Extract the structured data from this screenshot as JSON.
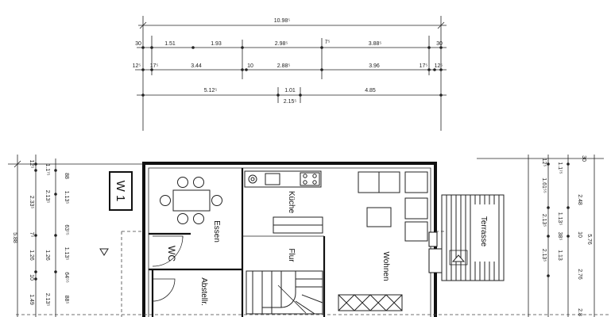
{
  "top_dimensions": {
    "row1": {
      "overall": "10.98⁵"
    },
    "row2": {
      "end_left": "30",
      "seg1": "1.51",
      "seg2": "1.93",
      "seg3": "2.98⁵",
      "seg4": "7⁵",
      "seg5": "3.88⁵",
      "end_right": "30"
    },
    "row3": {
      "a": "12⁵",
      "b": "17⁵",
      "c": "3.44",
      "d": "10",
      "e": "2.88⁵",
      "f": "3.96",
      "g": "17⁵",
      "h": "12⁵"
    },
    "row4": {
      "left": "5.12⁵",
      "mid": "1.01",
      "right": "4.85",
      "sub": "2.15⁵"
    }
  },
  "left_dimensions": {
    "overall": "5.88",
    "col1": [
      "12⁵",
      "2.33⁵",
      "7⁵",
      "1.26",
      "10",
      "1.49"
    ],
    "col2": [
      "1.1⁷⁵",
      "2.13⁵",
      "1.26",
      "2.13⁵"
    ],
    "col3": [
      "88",
      "1.13⁵",
      "63⁷⁵",
      "1.13⁵",
      "64⁵⁵",
      "88⁵"
    ]
  },
  "right_dimensions": {
    "overall": "5.76",
    "col1": [
      "12⁵",
      "1.61⁵⁵",
      "2.13⁵",
      "2.13⁵"
    ],
    "col2": [
      "1.1⁷⁵",
      "1.13⁵",
      "38⁵",
      "1.13"
    ],
    "col3": [
      "2.48",
      "10",
      "2.76",
      "2.8"
    ],
    "top": "30"
  },
  "plan_code": "W 1",
  "rooms": {
    "essen": "Essen",
    "kueche": "Küche",
    "flur": "Flur",
    "wohnen": "Wohnen",
    "wc": "WC",
    "abstell": "Abstellr.",
    "terrasse": "Terrasse"
  }
}
